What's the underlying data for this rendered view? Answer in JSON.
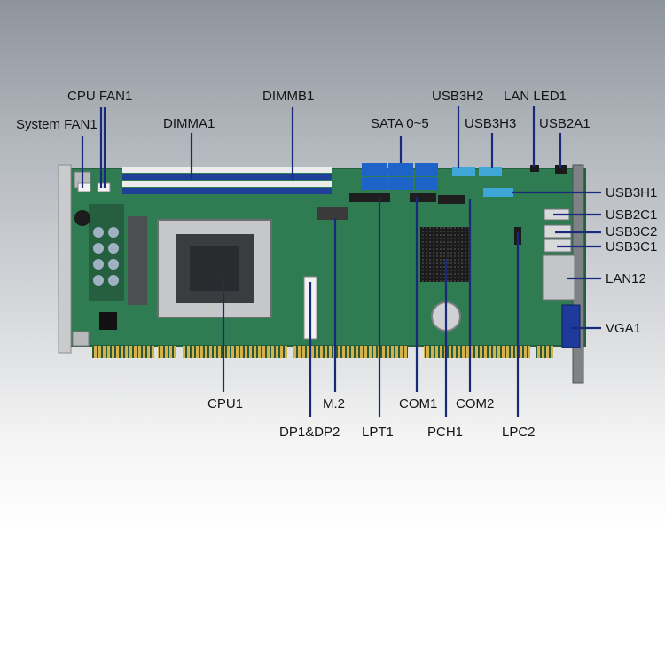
{
  "colors": {
    "board": "#2f7b52",
    "board_dark": "#245f3f",
    "dimm_slot": "#1f3f99",
    "sata": "#1e63c8",
    "usb_header": "#3fa7d8",
    "gold": "#d2b24a",
    "leader": "#1a2a7a",
    "label_text": "#141414"
  },
  "callouts": {
    "system_fan1": "System FAN1",
    "cpu_fan1": "CPU FAN1",
    "dimma1": "DIMMA1",
    "dimmb1": "DIMMB1",
    "sata": "SATA 0~5",
    "usb3h2": "USB3H2",
    "usb3h3": "USB3H3",
    "lan_led1": "LAN LED1",
    "usb2a1": "USB2A1",
    "usb3h1": "USB3H1",
    "usb2c1": "USB2C1",
    "usb3c2": "USB3C2",
    "usb3c1": "USB3C1",
    "lan12": "LAN12",
    "vga1": "VGA1",
    "cpu1": "CPU1",
    "m2": "M.2",
    "dp1dp2": "DP1&DP2",
    "lpt1": "LPT1",
    "com1": "COM1",
    "pch1": "PCH1",
    "com2": "COM2",
    "lpc2": "LPC2"
  }
}
